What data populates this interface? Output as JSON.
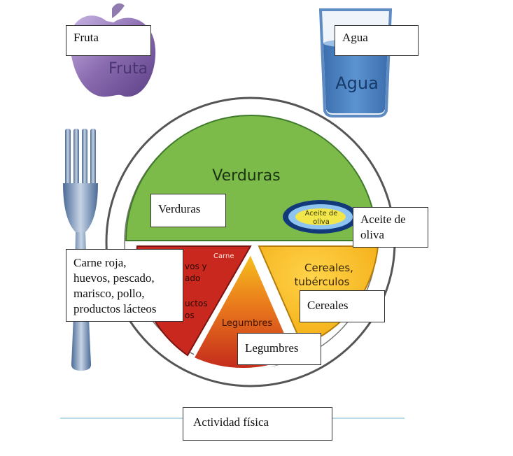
{
  "art_text": {
    "fruta": "Fruta",
    "agua": "Agua",
    "verduras": "Verduras",
    "aceite_line1": "Aceite de",
    "aceite_line2": "oliva",
    "carne": "Carne",
    "huevos_frag1": "vos y",
    "huevos_frag2": "ado",
    "productos_frag1": "uctos",
    "productos_frag2": "os",
    "legumbres": "Legumbres",
    "cereales_line1": "Cereales,",
    "cereales_line2": "tubérculos"
  },
  "labels": {
    "fruta": "Fruta",
    "agua": "Agua",
    "verduras": "Verduras",
    "aceite_line1": "Aceite de",
    "aceite_line2": "oliva",
    "carne_line1": "Carne roja,",
    "carne_line2": "huevos, pescado,",
    "carne_line3": "marisco, pollo,",
    "carne_line4": "productos lácteos",
    "cereales": "Cereales",
    "legumbres": "Legumbres",
    "actividad": "Actividad física"
  },
  "colors": {
    "verduras": "#7cbb4a",
    "cereales": "#f5b71a",
    "carne": "#c8281e",
    "legumbres": "#e8641c",
    "agua": "#4f86c6",
    "fruta": "#8a6bb0",
    "fork": "#6d8fb8",
    "line": "#9fd0df"
  }
}
